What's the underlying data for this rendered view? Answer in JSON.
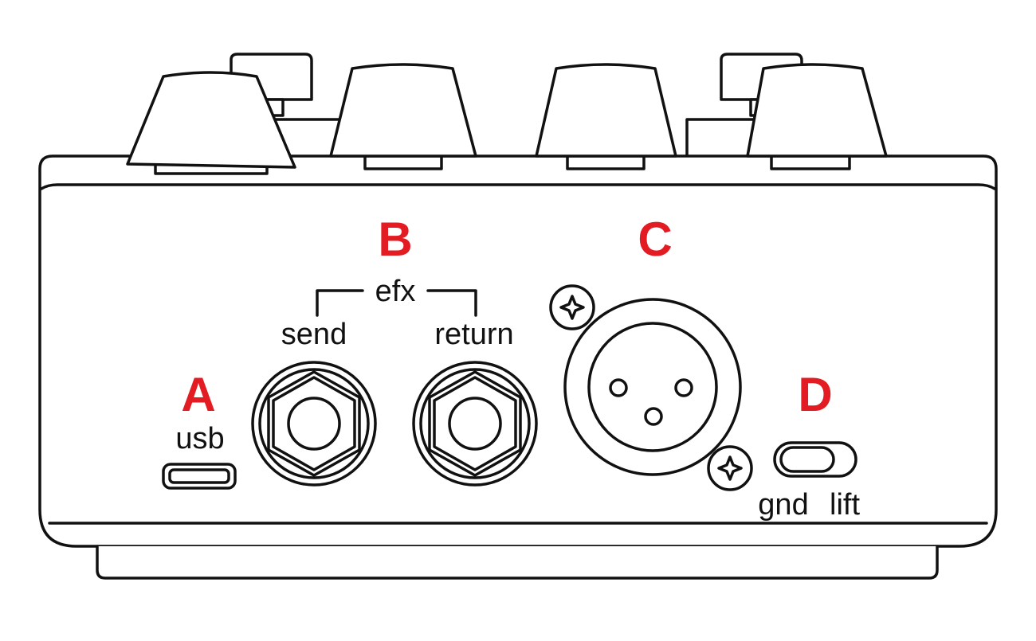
{
  "colors": {
    "callout": "#e31b23",
    "outline": "#111111",
    "background": "#ffffff"
  },
  "callouts": {
    "a": "A",
    "b": "B",
    "c": "C",
    "d": "D"
  },
  "labels": {
    "usb": "usb",
    "efx": "efx",
    "send": "send",
    "return": "return",
    "gnd": "gnd",
    "lift": "lift"
  },
  "icons": {
    "usb_port": "micro-usb-port-icon",
    "send_jack": "quarter-inch-jack-icon",
    "return_jack": "quarter-inch-jack-icon",
    "xlr": "xlr-output-icon",
    "screw": "phillips-screw-icon",
    "switch": "slide-switch-icon",
    "knob": "knob-icon"
  }
}
